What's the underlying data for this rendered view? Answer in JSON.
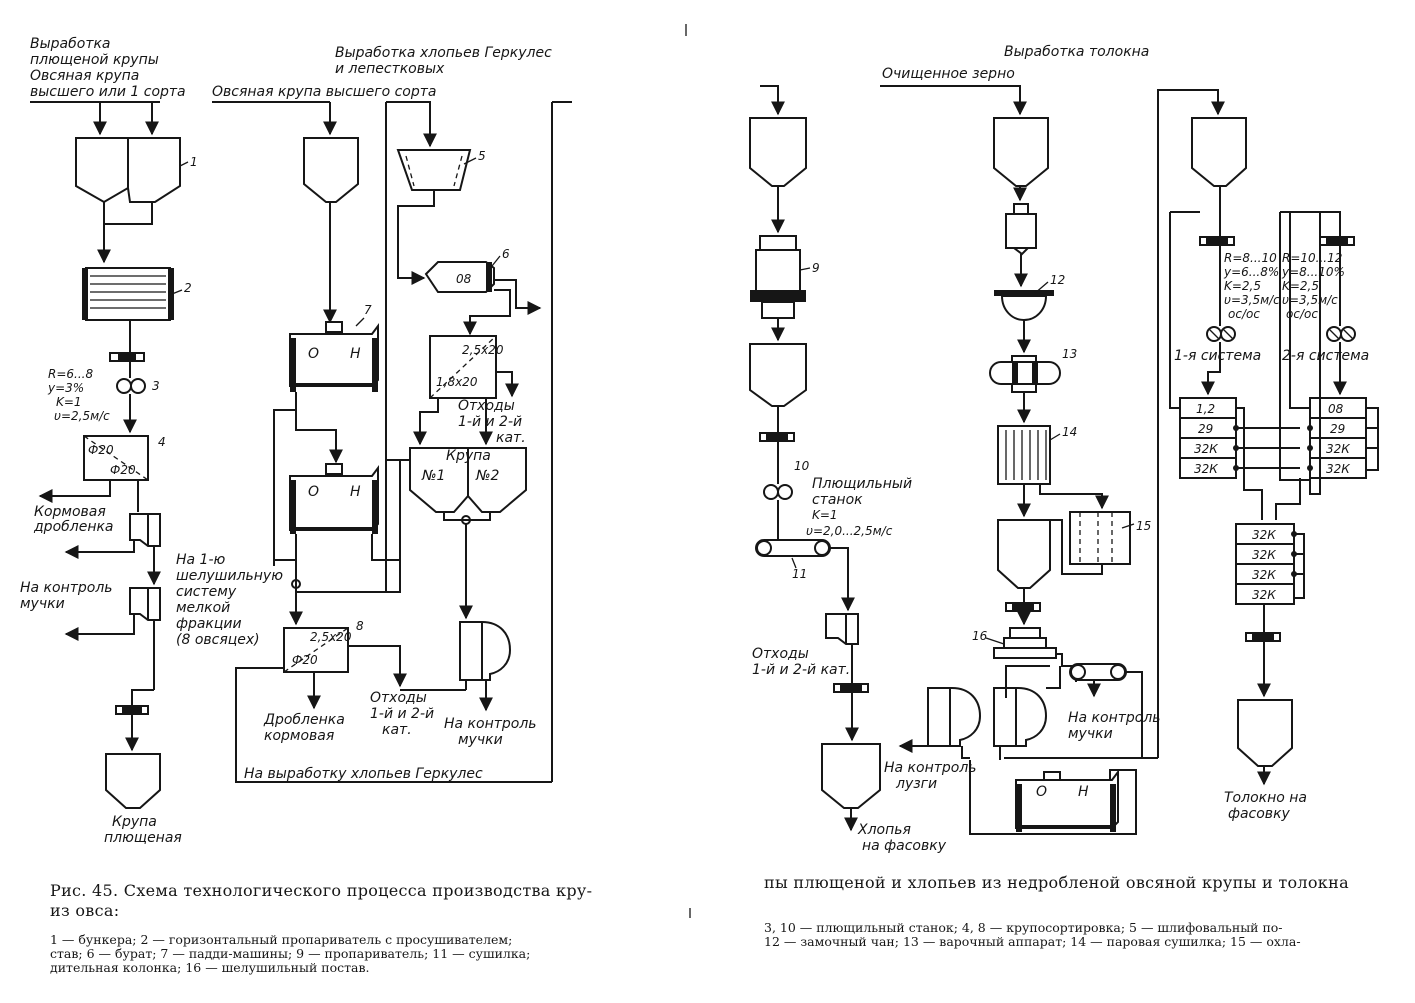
{
  "left": {
    "header_flattened": [
      "Выработка",
      "плющеной крупы",
      "Овсяная крупа",
      "высшего или 1 сорта"
    ],
    "header_hercules": [
      "Выработка хлопьев Геркулес",
      "и лепестковых"
    ],
    "input_hercules": "Овсяная крупа высшего сорта",
    "roll_params": [
      "R=6...8",
      "y=3%",
      "K=1",
      "υ=2,5м/с"
    ],
    "sorter_4_sieves": [
      "Ф20",
      "Ф20"
    ],
    "feed_crushed": [
      "Кормовая",
      "дробленка"
    ],
    "to_flour_control_1": [
      "На контроль",
      "мучки"
    ],
    "product_flattened": [
      "Крупа",
      "плющеная"
    ],
    "paddy_machine_labels": [
      "О",
      "Н"
    ],
    "to_husking_system": [
      "На 1-ю",
      "шелушильную",
      "систему",
      "мелкой",
      "фракции",
      "(8 овсяцех)"
    ],
    "sorter_8_sieves": [
      "2,5х20",
      "Ф20"
    ],
    "crushed_feed": [
      "Дробленка",
      "кормовая"
    ],
    "waste_8": [
      "Отходы",
      "1-й и 2-й",
      "кат."
    ],
    "to_hercules": "На выработку хлопьев Геркулес",
    "burat_label": "08",
    "sorter_sieves": [
      "2,5х20",
      "1,8х20"
    ],
    "waste_grits": [
      "Отходы",
      "1-й и 2-й",
      "кат."
    ],
    "bin_grits": [
      "Крупа",
      "№1",
      "№2"
    ],
    "to_flour_control_2": [
      "На контроль",
      "мучки"
    ]
  },
  "right": {
    "header_tolokno": "Выработка толокна",
    "input_grain": "Очищенное зерно",
    "flattening_mill": [
      "Плющильный",
      "станок",
      "K=1",
      "υ=2,0...2,5м/с"
    ],
    "waste_right": [
      "Отходы",
      "1-й и 2-й кат."
    ],
    "flakes_to_packing": [
      "Хлопья",
      "на фасовку"
    ],
    "husk_control": [
      "На контроль",
      "лузги"
    ],
    "flour_control_right": [
      "На контроль",
      "мучки"
    ],
    "paddy_labels": [
      "О",
      "Н"
    ],
    "system1_params": [
      "R=8...10",
      "y=6...8%",
      "K=2,5",
      "υ=3,5м/с",
      "ос/ос"
    ],
    "system2_params": [
      "R=10...12",
      "y=8...10%",
      "K=2,5",
      "υ=3,5м/с",
      "ос/ос"
    ],
    "system1_label": "1-я система",
    "system2_label": "2-я система",
    "sifter1_cells": [
      "1,2",
      "29",
      "32К",
      "32К"
    ],
    "sifter2_cells": [
      "08",
      "29",
      "32К",
      "32К"
    ],
    "sifter3_cells": [
      "32К",
      "32К",
      "32К",
      "32К"
    ],
    "tolokno_to_packing": [
      "Толокно на",
      "фасовку"
    ]
  },
  "item_numbers": [
    "1",
    "2",
    "3",
    "4",
    "5",
    "6",
    "7",
    "8",
    "9",
    "10",
    "11",
    "12",
    "13",
    "14",
    "15",
    "16"
  ],
  "caption": {
    "left_line1": "Рис. 45. Схема технологического процесса производства кру-",
    "left_line2": "из овса:",
    "right_line1": "пы плющеной и хлопьев из недробленой овсяной крупы и толокна",
    "legend_left": [
      "1 — бункера;  2 — горизонтальный  пропариватель  с  просушивателем;",
      "став;  6 — бурат;  7 — падди-машины;  9 — пропариватель;  11 — сушилка;",
      "дительная колонка;  16 — шелушильный постав."
    ],
    "legend_right": [
      "3,  10 — плющильный  станок;  4,  8 — крупосортировка;  5 — шлифовальный  по-",
      "12 — замочный  чан;  13 — варочный  аппарат;  14 — паровая  сушилка;  15 — охла-"
    ]
  }
}
